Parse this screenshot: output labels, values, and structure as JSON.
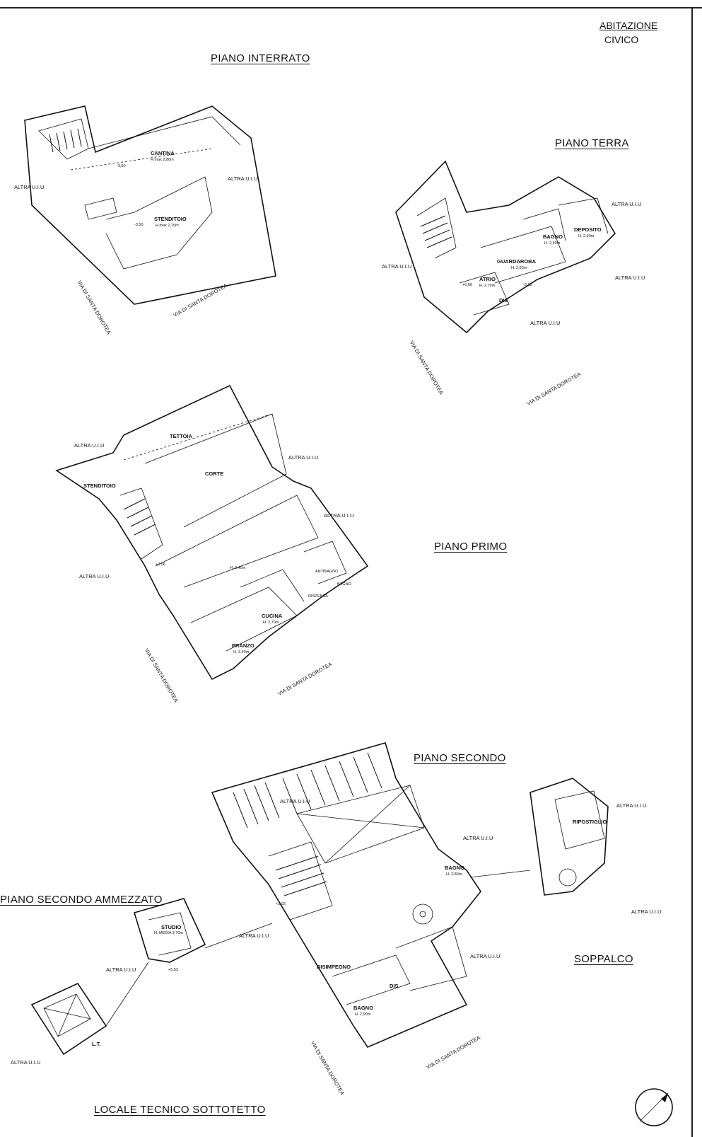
{
  "header": {
    "title_line1": "ABITAZIONE",
    "title_line2": "CIVICO"
  },
  "sections": {
    "interrato": "PIANO INTERRATO",
    "terra": "PIANO TERRA",
    "primo": "PIANO PRIMO",
    "secondo": "PIANO SECONDO",
    "ammezzato": "PIANO SECONDO AMMEZZATO",
    "soppalco": "SOPPALCO",
    "locale_tecnico": "LOCALE TECNICO SOTTOTETTO"
  },
  "labels": {
    "altra_uiu": "ALTRA U.I.U",
    "via": "VIA DI SANTA DOROTEA"
  },
  "rooms": {
    "cantina": "CANTINA",
    "stenditoio": "STENDITOIO",
    "bagno": "BAGNO",
    "deposito": "DEPOSITO",
    "guardaroba": "GUARDAROBA",
    "atrio": "ATRIO",
    "dis": "DIS",
    "tettoia": "TETTOIA",
    "corte": "CORTE",
    "cucina": "CUCINA",
    "pranzo": "PRANZO",
    "antibagno": "ANTIBAGNO",
    "dispensa": "DISPENSA",
    "disimpegno": "DISIMPEGNO",
    "studio": "STUDIO",
    "ripostiglio": "RIPOSTIGLIO",
    "lt": "L.T."
  },
  "heights": {
    "cantina": "H.max 2,80m",
    "stenditoio_int": "H.max 2,70m",
    "bagno_t": "H. 2,40m",
    "deposito_t": "H. 2,60m",
    "guardaroba_t": "H. 2,60m",
    "atrio_t": "H. 2,70m",
    "primo_main": "H. 3,40m",
    "cucina": "H. 2,70m",
    "pranzo": "H. 3,40m",
    "bagno_s": "H. 2,90m",
    "studio": "H. MEDIA 3,70m",
    "bagno_s2": "H. 2,80m"
  },
  "levels": {
    "a": "-3,50",
    "b": "+0,00",
    "c": "+2,56",
    "d": "+5,53",
    "e": "-0,15",
    "f": "+3,92"
  }
}
